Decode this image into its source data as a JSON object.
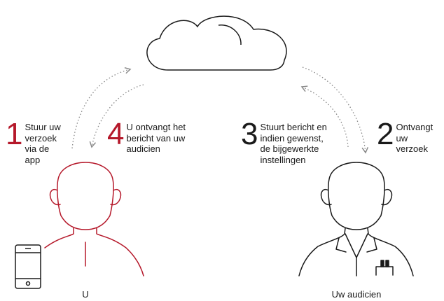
{
  "colors": {
    "accent": "#b5182a",
    "ink": "#1a1a1a",
    "arrow": "#888888"
  },
  "steps": [
    {
      "number": "1",
      "text": "Stuur uw\nverzoek\nvia de\napp"
    },
    {
      "number": "4",
      "text": "U ontvangt het\nbericht van uw\naudicien"
    },
    {
      "number": "3",
      "text": "Stuurt bericht en\nindien gewenst,\nde bijgewerkte\ninstellingen"
    },
    {
      "number": "2",
      "text": "Ontvangt\nuw\nverzoek"
    }
  ],
  "labels": {
    "user": "U",
    "audiologist": "Uw audicien"
  },
  "icons": [
    "cloud-icon",
    "user-figure-icon",
    "phone-icon",
    "audiologist-figure-icon",
    "dotted-arrow-icon"
  ]
}
